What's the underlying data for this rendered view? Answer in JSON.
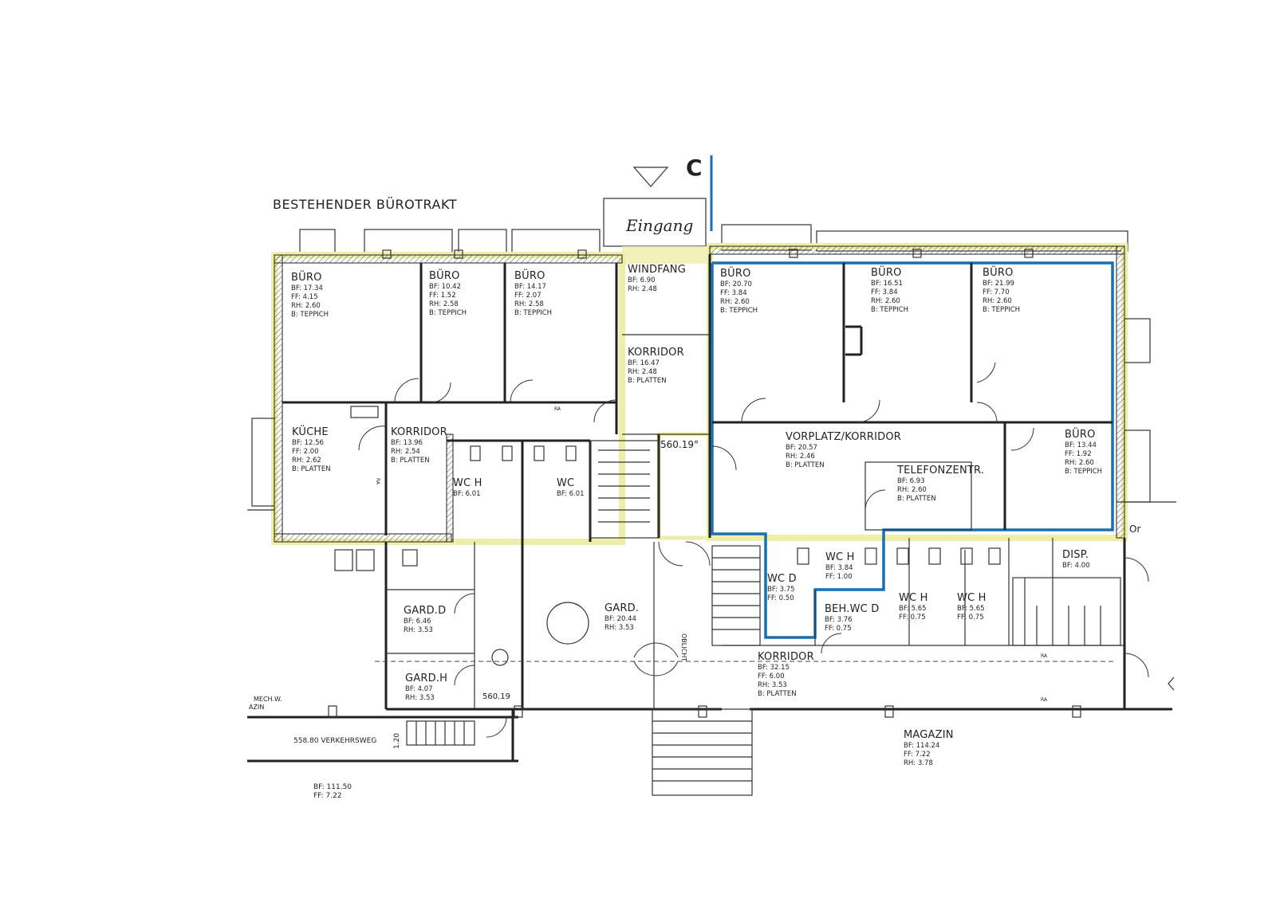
{
  "title": "BESTEHENDER BÜROTRAKT",
  "entrance": "Eingang",
  "section_mark": "C",
  "rooms": [
    {
      "name": "BÜRO",
      "lines": [
        "BF: 17.34",
        "FF: 4.15",
        "RH: 2.60",
        "B: TEPPICH"
      ]
    },
    {
      "name": "BÜRO",
      "lines": [
        "BF: 10.42",
        "FF: 1.52",
        "RH: 2.58",
        "B: TEPPICH"
      ]
    },
    {
      "name": "BÜRO",
      "lines": [
        "BF: 14.17",
        "FF: 2.07",
        "RH: 2.58",
        "B: TEPPICH"
      ]
    },
    {
      "name": "WINDFANG",
      "lines": [
        "BF: 6.90",
        "RH: 2.48"
      ]
    },
    {
      "name": "KORRIDOR",
      "lines": [
        "BF: 16.47",
        "RH: 2.48",
        "B: PLATTEN"
      ]
    },
    {
      "name": "BÜRO",
      "lines": [
        "BF: 20.70",
        "FF: 3.84",
        "RH: 2.60",
        "B: TEPPICH"
      ]
    },
    {
      "name": "BÜRO",
      "lines": [
        "BF: 16.51",
        "FF: 3.84",
        "RH: 2.60",
        "B: TEPPICH"
      ]
    },
    {
      "name": "BÜRO",
      "lines": [
        "BF: 21.99",
        "FF: 7.70",
        "RH: 2.60",
        "B: TEPPICH"
      ]
    },
    {
      "name": "KÜCHE",
      "lines": [
        "BF: 12.56",
        "FF: 2.00",
        "RH: 2.62",
        "B: PLATTEN"
      ]
    },
    {
      "name": "KORRIDOR",
      "lines": [
        "BF: 13.96",
        "RH: 2.54",
        "B: PLATTEN"
      ]
    },
    {
      "name": "VORPLATZ/KORRIDOR",
      "lines": [
        "BF: 20.57",
        "RH: 2.46",
        "B: PLATTEN"
      ]
    },
    {
      "name": "TELEFONZENTR.",
      "lines": [
        "BF: 6.93",
        "RH: 2.60",
        "B: PLATTEN"
      ]
    },
    {
      "name": "BÜRO",
      "lines": [
        "BF: 13.44",
        "FF: 1.92",
        "RH: 2.60",
        "B: TEPPICH"
      ]
    },
    {
      "name": "WC H",
      "lines": [
        "BF: 6.01"
      ]
    },
    {
      "name": "WC",
      "lines": [
        "BF: 6.01"
      ]
    },
    {
      "name": "WC D",
      "lines": [
        "BF: 3.75",
        "FF: 0.50"
      ]
    },
    {
      "name": "WC H",
      "lines": [
        "BF: 3.84",
        "FF: 1.00"
      ]
    },
    {
      "name": "DISP.",
      "lines": [
        "BF: 4.00"
      ]
    },
    {
      "name": "GARD.D",
      "lines": [
        "BF: 6.46",
        "RH: 3.53"
      ]
    },
    {
      "name": "GARD.",
      "lines": [
        "BF: 20.44",
        "RH: 3.53"
      ]
    },
    {
      "name": "BEH.WC D",
      "lines": [
        "BF: 3.76",
        "FF: 0.75"
      ]
    },
    {
      "name": "WC H",
      "lines": [
        "BF: 5.65",
        "FF: 0.75"
      ]
    },
    {
      "name": "WC H",
      "lines": [
        "BF: 5.65",
        "FF: 0.75"
      ]
    },
    {
      "name": "GARD.H",
      "lines": [
        "BF: 4.07",
        "RH: 3.53"
      ]
    },
    {
      "name": "KORRIDOR",
      "lines": [
        "BF: 32.15",
        "FF: 6.00",
        "RH: 3.53",
        "B: PLATTEN"
      ]
    },
    {
      "name": "MAGAZIN",
      "lines": [
        "BF: 114.24",
        "FF: 7.22",
        "RH: 3.78"
      ]
    }
  ],
  "levels": [
    "560.19°",
    "560.19",
    "558.80 VERKEHRSWEG"
  ],
  "other_labels": {
    "oblicht": "OBLICHT",
    "mech": "MECH.W.",
    "mech2": "AZIN",
    "dim": "1.20",
    "bottom_bf": "BF: 111.50",
    "bottom_ff": "FF: 7.22",
    "or": "Or",
    "ra": "RA",
    "ra2": "RA",
    "ra3": "RA",
    "ra4": "RA"
  },
  "colors": {
    "highlight_yellow": "#efeea8",
    "boundary_blue": "#1a6fb0",
    "wall": "#222222"
  }
}
